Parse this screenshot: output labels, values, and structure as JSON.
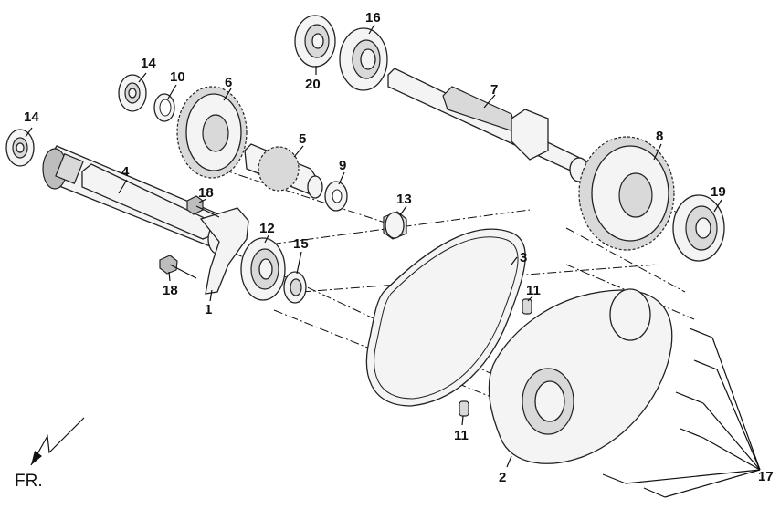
{
  "callouts": {
    "c1": "1",
    "c2": "2",
    "c3": "3",
    "c4": "4",
    "c5": "5",
    "c6": "6",
    "c7": "7",
    "c8": "8",
    "c9": "9",
    "c10": "10",
    "c11a": "11",
    "c11b": "11",
    "c12": "12",
    "c13": "13",
    "c14a": "14",
    "c14b": "14",
    "c15": "15",
    "c16": "16",
    "c17": "17",
    "c18a": "18",
    "c18b": "18",
    "c19": "19",
    "c20": "20"
  },
  "orientation": {
    "label": "FR."
  },
  "icons": {
    "front_arrow": "front-direction-arrow-icon"
  }
}
